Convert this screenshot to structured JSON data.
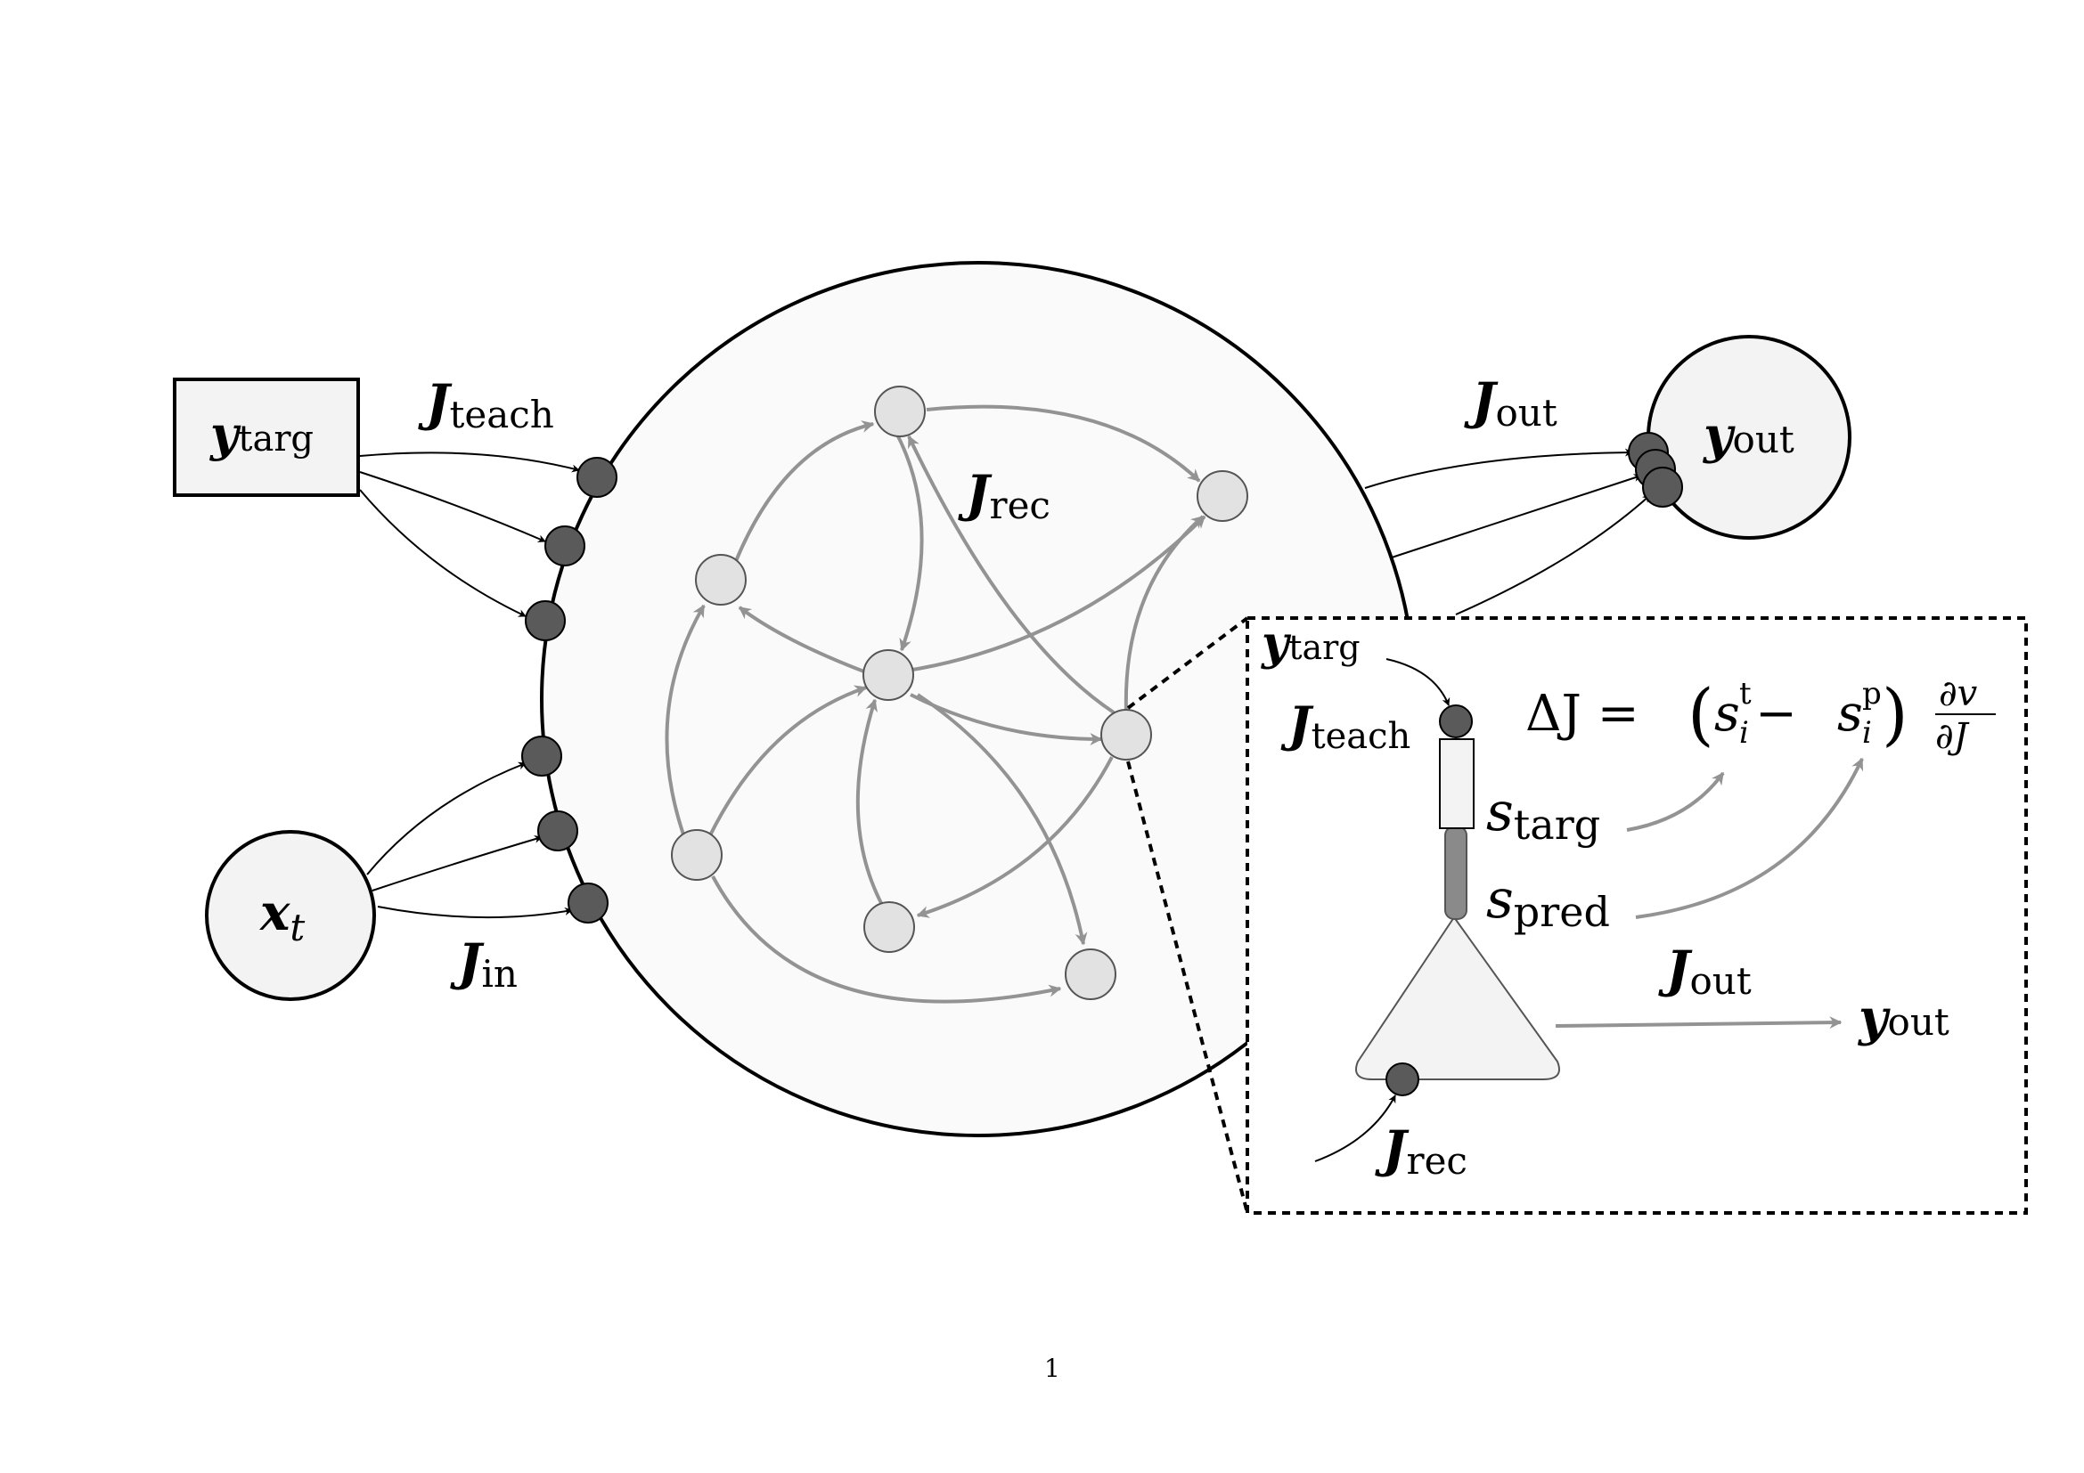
{
  "labels": {
    "y_targ": {
      "main": "y",
      "sub": "targ"
    },
    "j_teach": {
      "main": "J",
      "sub": "teach"
    },
    "x_t": {
      "main": "x",
      "sub": "t"
    },
    "j_in": {
      "main": "J",
      "sub": "in"
    },
    "j_rec": {
      "main": "J",
      "sub": "rec"
    },
    "j_out": {
      "main": "J",
      "sub": "out"
    },
    "y_out": {
      "main": "y",
      "sub": "out"
    }
  },
  "inset": {
    "y_targ": {
      "main": "y",
      "sub": "targ"
    },
    "j_teach": {
      "main": "J",
      "sub": "teach"
    },
    "s_targ": {
      "main": "s",
      "sub": "targ"
    },
    "s_pred": {
      "main": "s",
      "sub": "pred"
    },
    "j_out": {
      "main": "J",
      "sub": "out"
    },
    "y_out": {
      "main": "y",
      "sub": "out"
    },
    "j_rec": {
      "main": "J",
      "sub": "rec"
    },
    "equation": {
      "lhs": "ΔJ = ",
      "lparen": "(",
      "s1": "s",
      "s1_sub": "i",
      "s1_sup": "t",
      "minus": " − ",
      "s2": "s",
      "s2_sub": "i",
      "s2_sup": "p",
      "rparen": ")",
      "frac_num": "∂v",
      "frac_den": "∂J"
    }
  },
  "page_number": "1",
  "colors": {
    "synapse": "#5a5a5a",
    "neuron": "#e2e2e2",
    "network_fill": "#fafafa",
    "recurrent_arrow": "#939393",
    "dendrite_dark": "#8a8a8a"
  }
}
